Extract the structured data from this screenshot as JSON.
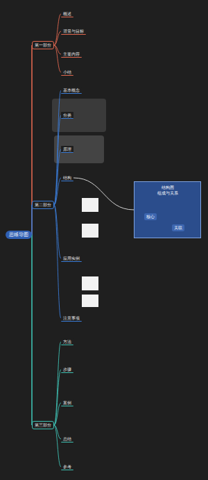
{
  "diagram": {
    "nodes": [
      {
        "text": [
          "思维导图"
        ]
      },
      {
        "text": [
          "第一部分"
        ]
      },
      {
        "text": [
          "概述"
        ]
      },
      {
        "text": [
          "背景与目标"
        ]
      },
      {
        "text": [
          "主要内容"
        ]
      },
      {
        "text": [
          "小结"
        ]
      },
      {
        "text": [
          "第二部分"
        ]
      },
      {
        "text": [
          "基本概念"
        ]
      },
      {
        "text": [
          "分类"
        ]
      },
      {
        "text": [
          "原理"
        ]
      },
      {
        "text": [
          "结构"
        ]
      },
      {
        "text": [
          "应用实例"
        ]
      },
      {
        "text": [
          "注意事项"
        ]
      },
      {
        "text": [
          "结构图",
          "组成与关系"
        ]
      },
      {
        "text": [
          "核心"
        ],
        "in": 13
      },
      {
        "text": [
          "关联"
        ],
        "in": 13
      },
      {
        "text": [
          "第三部分"
        ]
      },
      {
        "text": [
          "方法"
        ]
      },
      {
        "text": [
          "步骤"
        ]
      },
      {
        "text": [
          "案例"
        ]
      },
      {
        "text": [
          "总结"
        ]
      },
      {
        "text": [
          "参考"
        ]
      }
    ],
    "edges": [
      {
        "from": 0,
        "to": 1,
        "arrow": "none"
      },
      {
        "from": 0,
        "to": 6,
        "arrow": "none"
      },
      {
        "from": 0,
        "to": 16,
        "arrow": "none"
      },
      {
        "from": 1,
        "to": 2,
        "arrow": "none"
      },
      {
        "from": 1,
        "to": 3,
        "arrow": "none"
      },
      {
        "from": 1,
        "to": 4,
        "arrow": "none"
      },
      {
        "from": 1,
        "to": 5,
        "arrow": "none"
      },
      {
        "from": 6,
        "to": 7,
        "arrow": "none"
      },
      {
        "from": 6,
        "to": 8,
        "arrow": "none"
      },
      {
        "from": 6,
        "to": 9,
        "arrow": "none"
      },
      {
        "from": 6,
        "to": 10,
        "arrow": "none"
      },
      {
        "from": 6,
        "to": 11,
        "arrow": "none"
      },
      {
        "from": 6,
        "to": 12,
        "arrow": "none"
      },
      {
        "from": 10,
        "to": 13,
        "arrow": "none"
      },
      {
        "from": 16,
        "to": 17,
        "arrow": "none"
      },
      {
        "from": 16,
        "to": 18,
        "arrow": "none"
      },
      {
        "from": 16,
        "to": 19,
        "arrow": "none"
      },
      {
        "from": 16,
        "to": 20,
        "arrow": "none"
      },
      {
        "from": 16,
        "to": 21,
        "arrow": "none"
      }
    ]
  }
}
